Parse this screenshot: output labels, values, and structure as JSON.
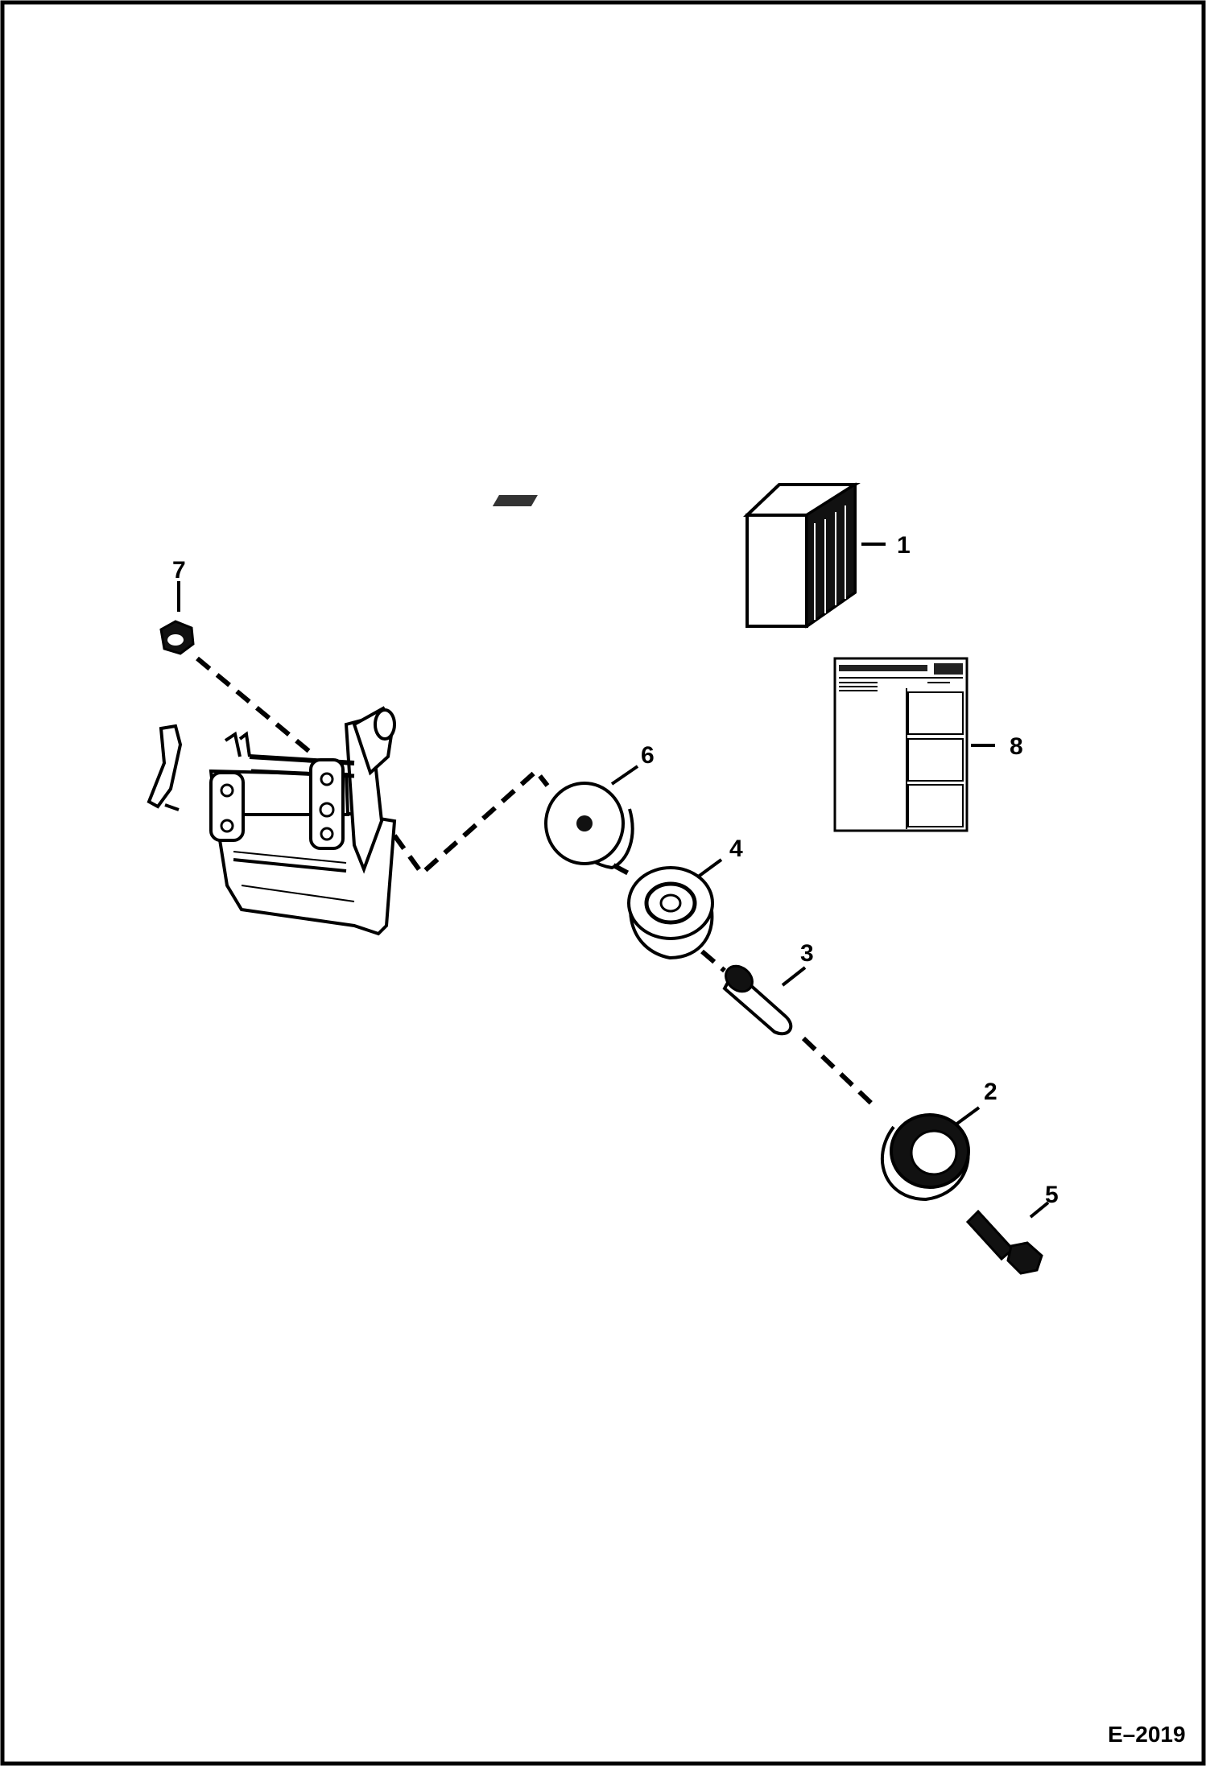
{
  "callouts": {
    "c1": "1",
    "c2": "2",
    "c3": "3",
    "c4": "4",
    "c5": "5",
    "c6": "6",
    "c7": "7",
    "c8": "8"
  },
  "figure_ref": "E–2019"
}
